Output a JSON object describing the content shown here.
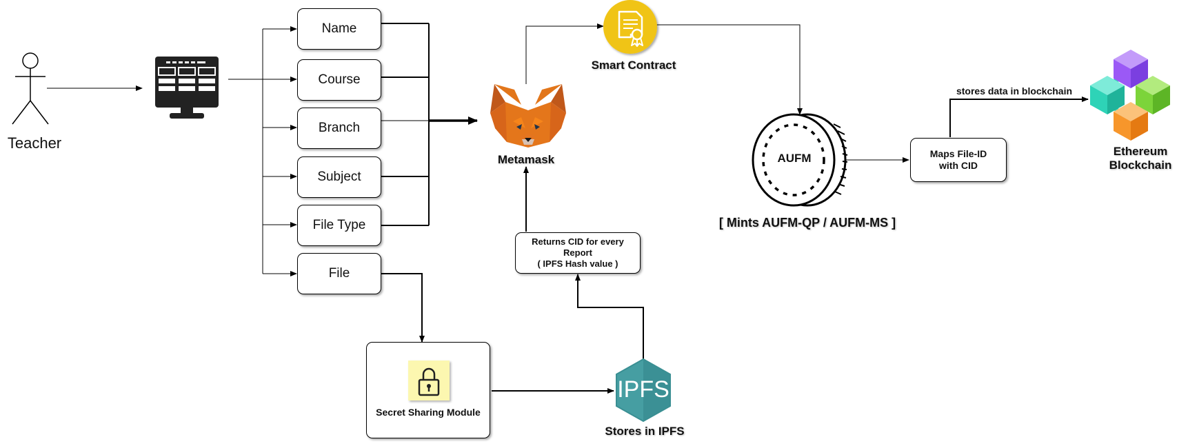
{
  "actor": {
    "label": "Teacher"
  },
  "form_fields": [
    {
      "label": "Name"
    },
    {
      "label": "Course"
    },
    {
      "label": "Branch"
    },
    {
      "label": "Subject"
    },
    {
      "label": "File Type"
    },
    {
      "label": "File"
    }
  ],
  "metamask": {
    "label": "Metamask"
  },
  "smart_contract": {
    "label": "Smart Contract"
  },
  "coin": {
    "label": "AUFM",
    "caption": "[ Mints AUFM-QP / AUFM-MS ]"
  },
  "mapping": {
    "line1": "Maps File-ID",
    "line2": "with CID"
  },
  "blockchain_edge_label": "stores data in blockchain",
  "ethereum": {
    "line1": "Ethereum",
    "line2": "Blockchain"
  },
  "cid_box": {
    "line1": "Returns  CID for every",
    "line2": "Report",
    "line3": "( IPFS Hash value )"
  },
  "secret_sharing": {
    "label": "Secret Sharing Module"
  },
  "ipfs": {
    "logo_text": "IPFS",
    "label": "Stores in IPFS"
  },
  "colors": {
    "fox_orange": "#E2761B",
    "fox_dark": "#C0581A",
    "contract_gold": "#F0C419",
    "ipfs_teal": "#469EA2",
    "ipfs_dark": "#2E7F84",
    "lock_bg": "#FCF7B0",
    "cube_purple": "#9B59F6",
    "cube_teal": "#2ED3B7",
    "cube_green": "#7CD43A",
    "cube_orange": "#F7962B"
  }
}
